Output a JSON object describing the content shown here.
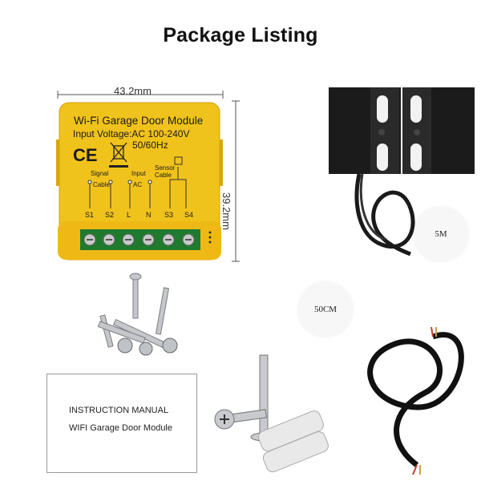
{
  "title": "Package Listing",
  "dimensions": {
    "width": "43.2mm",
    "height": "39.2mm"
  },
  "module": {
    "name": "Wi-Fi Garage Door Module",
    "voltage": "Input Voltage:AC 100-240V",
    "frequency": "50/60Hz",
    "ce_mark": "CE",
    "labels": {
      "signal": "Signal",
      "cable1": "Cable",
      "input": "Input",
      "ac": "AC",
      "sensor": "Sensor",
      "cable2": "Cable"
    },
    "terminals": [
      "S1",
      "S2",
      "L",
      "N",
      "S3",
      "S4"
    ]
  },
  "callouts": {
    "sensor_cable": "5M",
    "wire": "50CM"
  },
  "manual": {
    "line1": "INSTRUCTION MANUAL",
    "line2": "WIFI Garage Door Module"
  }
}
